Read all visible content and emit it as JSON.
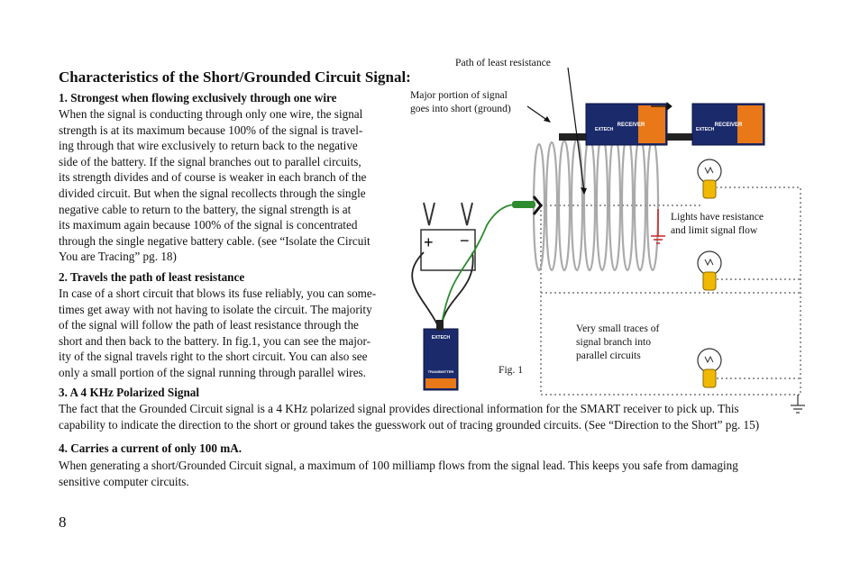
{
  "heading": "Characteristics of the Short/Grounded Circuit Signal:",
  "sections": [
    {
      "title": "1. Strongest when flowing exclusively through one wire",
      "lines": [
        "When the signal is conducting through only one wire, the signal",
        "strength is at its maximum because 100% of the signal is travel-",
        "ing through that wire exclusively to return back to the negative",
        "side of the battery. If the signal branches out to parallel circuits,",
        "its strength divides and of course is weaker in each branch of the",
        "divided circuit. But when the signal recollects through the single",
        "negative cable to return to the battery, the signal strength is at",
        "its maximum again because 100% of the signal is concentrated",
        "through the single negative battery cable. (see “Isolate the Circuit",
        "You are Tracing” pg. 18)"
      ]
    },
    {
      "title": "2. Travels the path of least resistance",
      "lines": [
        "In case of a short circuit that blows its fuse reliably, you can some-",
        "times get away with not having to isolate the circuit. The majority",
        "of the signal will follow the path of least resistance through the",
        "short and then back to the battery. In fig.1, you can see the major-",
        "ity of the signal travels right to the short circuit. You can also see",
        "only a small portion of the signal running through parallel wires."
      ]
    },
    {
      "title": "3. A 4 KHz Polarized Signal",
      "lines": [
        "The fact that the Grounded Circuit signal is a 4 KHz polarized signal provides directional information for the SMART receiver to pick up. This",
        "capability to indicate the direction to the short or ground takes the guesswork out of tracing grounded circuits. (See “Direction to the Short” pg. 15)"
      ]
    },
    {
      "title": "4. Carries a current of only 100 mA.",
      "lines": [
        "When generating a short/Grounded Circuit signal, a maximum of 100 milliamp flows from the signal lead. This keeps you safe from damaging",
        "sensitive computer circuits."
      ]
    }
  ],
  "page_number": "8",
  "figure": {
    "caption": "Fig. 1",
    "label_path": "Path of least resistance",
    "label_major": [
      "Major portion of signal",
      "goes into short (ground)"
    ],
    "label_lights": [
      "Lights have resistance",
      "and limit signal flow"
    ],
    "label_traces": [
      "Very small traces of",
      "signal branch into",
      "parallel circuits"
    ],
    "battery_plus": "+",
    "battery_minus": "−",
    "transmitter_text": "TRANSMITTER",
    "receiver_text": "RECEIVER",
    "brand_text": "EXTECH"
  },
  "colors": {
    "lead_green": "#2e8b2e",
    "wire_gray": "#999999",
    "device_navy": "#1b2a6b",
    "device_orange": "#e87818",
    "ground_red": "#cc2222",
    "bulb_yellow": "#f0b800"
  }
}
